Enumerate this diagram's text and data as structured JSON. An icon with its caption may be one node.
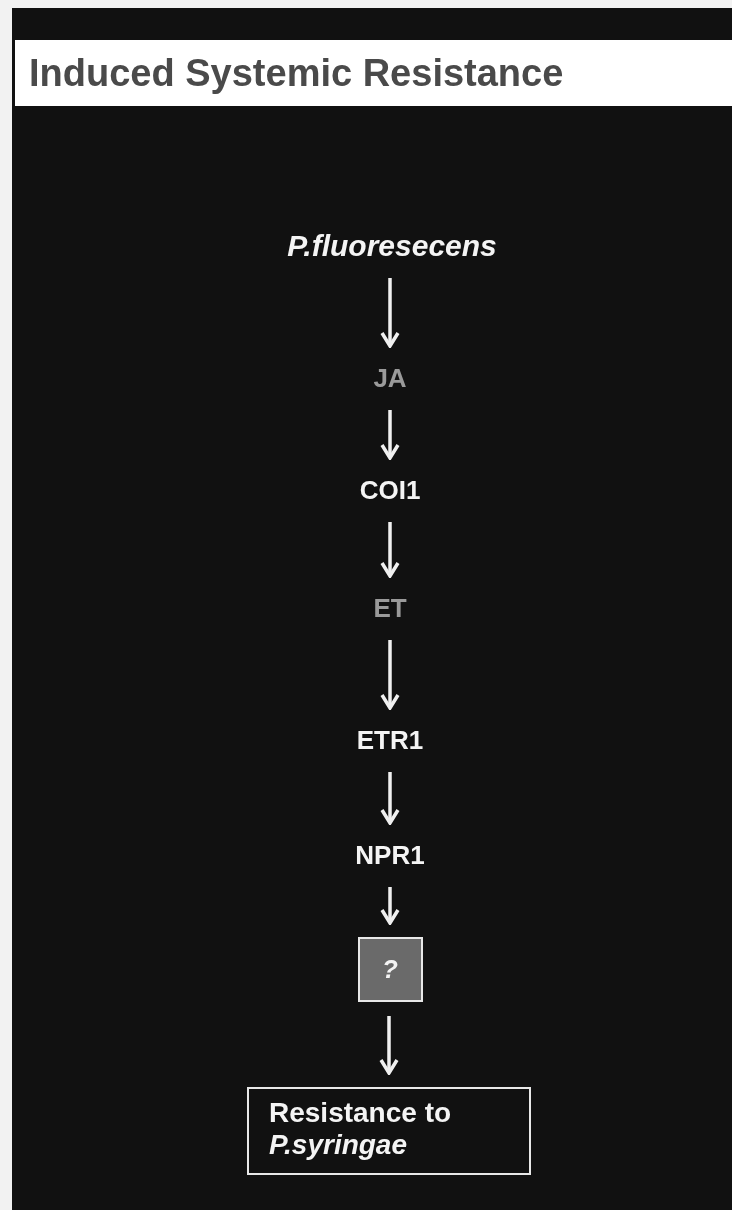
{
  "diagram": {
    "title": "Induced Systemic Resistance",
    "nodes": [
      {
        "text": [
          "P.fluoresecens"
        ]
      },
      {
        "text": [
          "JA"
        ]
      },
      {
        "text": [
          "COI1"
        ]
      },
      {
        "text": [
          "ET"
        ]
      },
      {
        "text": [
          "ETR1"
        ]
      },
      {
        "text": [
          "NPR1"
        ]
      },
      {
        "text": [
          "?"
        ]
      },
      {
        "text": [
          "Resistance to *P.syringae*"
        ]
      }
    ],
    "edges": [
      {
        "from": 0,
        "to": 1,
        "arrow": "to"
      },
      {
        "from": 1,
        "to": 2,
        "arrow": "to"
      },
      {
        "from": 2,
        "to": 3,
        "arrow": "to"
      },
      {
        "from": 3,
        "to": 4,
        "arrow": "to"
      },
      {
        "from": 4,
        "to": 5,
        "arrow": "to"
      },
      {
        "from": 5,
        "to": 6,
        "arrow": "to"
      },
      {
        "from": 6,
        "to": 7,
        "arrow": "to"
      }
    ]
  }
}
